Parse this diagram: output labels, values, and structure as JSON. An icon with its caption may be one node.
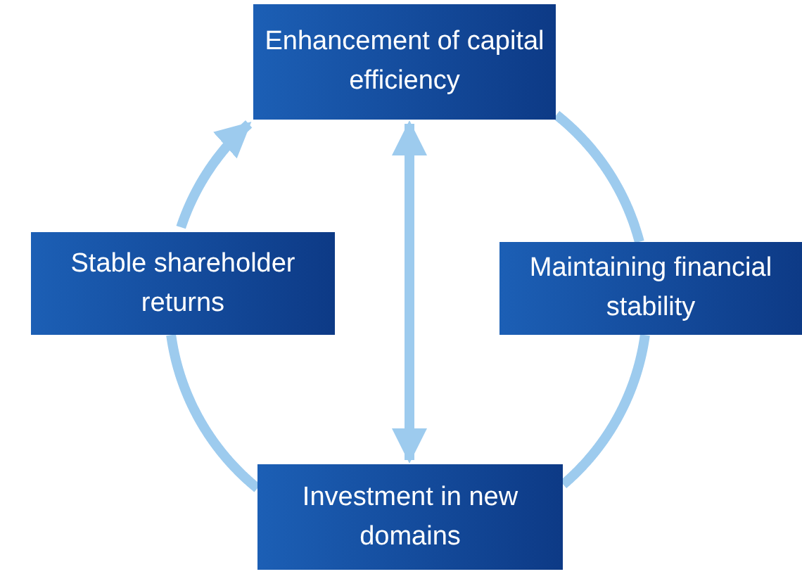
{
  "diagram": {
    "nodes": [
      {
        "text": [
          "Enhancement of capital efficiency"
        ]
      },
      {
        "text": [
          "Maintaining financial stability"
        ]
      },
      {
        "text": [
          "Investment in new domains"
        ]
      },
      {
        "text": [
          "Stable shareholder returns"
        ]
      }
    ],
    "edges": [
      {
        "from": 0,
        "to": 1,
        "arrow": "none"
      },
      {
        "from": 1,
        "to": 2,
        "arrow": "none"
      },
      {
        "from": 2,
        "to": 3,
        "arrow": "none"
      },
      {
        "from": 3,
        "to": 0,
        "arrow": "to"
      },
      {
        "from": 0,
        "to": 2,
        "arrow": "both"
      }
    ]
  }
}
